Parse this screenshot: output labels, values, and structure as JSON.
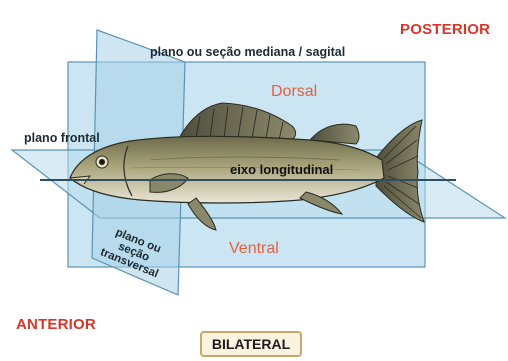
{
  "labels": {
    "posterior": "POSTERIOR",
    "anterior": "ANTERIOR",
    "sagittal_plane": "plano ou seção mediana / sagital",
    "frontal_plane": "plano frontal",
    "dorsal": "Dorsal",
    "ventral": "Ventral",
    "longitudinal_axis": "eixo longitudinal",
    "transverse_plane_line1": "plano ou",
    "transverse_plane_line2": "seção",
    "transverse_plane_line3": "transversal",
    "symmetry_badge": "BILATERAL"
  },
  "colors": {
    "direction_text": "#d8362a",
    "region_text": "#e8603f",
    "plane_fill": "#b9dcee",
    "plane_edge": "#5b93b3",
    "axis_line": "#2d4f63",
    "badge_bg": "#fbf3e0",
    "badge_border": "#c9a86b"
  }
}
